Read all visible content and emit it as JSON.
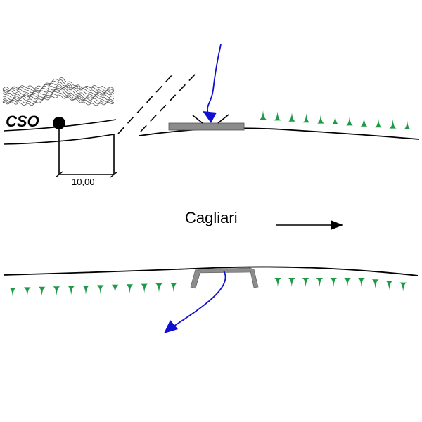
{
  "diagram": {
    "labels": {
      "cso": "CSO",
      "dimension": "10,00",
      "direction_city": "Cagliari"
    },
    "colors": {
      "line": "#000000",
      "platform": "#8c8c8c",
      "flow_arrow": "#1010d0",
      "vegetation": "#1e9a46",
      "waves": "#555555"
    },
    "vegetation": {
      "upper_right_count": 11,
      "lower_left_count": 12,
      "lower_right_count": 10
    },
    "direction_arrow": "right"
  }
}
